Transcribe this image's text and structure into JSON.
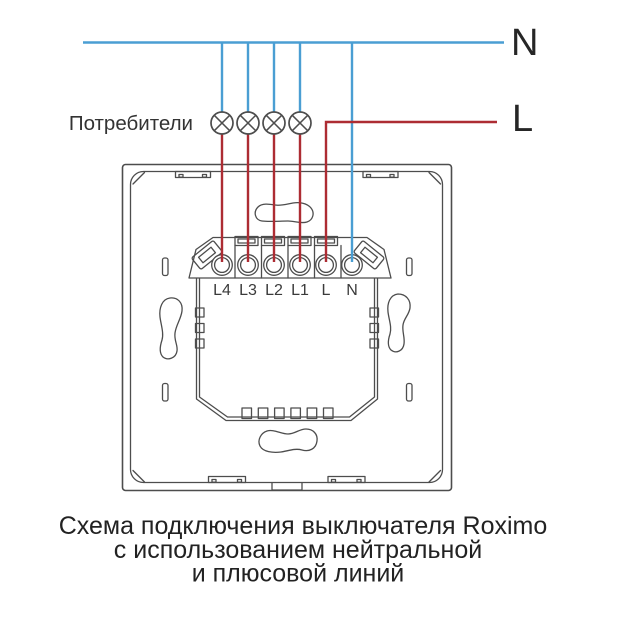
{
  "bus_labels": {
    "neutral": "N",
    "line": "L"
  },
  "consumers": {
    "label": "Потребители",
    "lamp_count": 4
  },
  "switch": {
    "terminals": [
      "L4",
      "L3",
      "L2",
      "L1",
      "L",
      "N"
    ]
  },
  "caption": {
    "line1": "Схема подключения выключателя Roximo",
    "line2": "с использованием нейтральной",
    "line3": "и плюсовой линий"
  },
  "colors": {
    "neutral_wire": "#4a9ed3",
    "line_wire": "#ad2c33",
    "outline": "#4d4d4d",
    "text": "#262626"
  },
  "icons": {
    "lamp": "circle-with-x"
  }
}
